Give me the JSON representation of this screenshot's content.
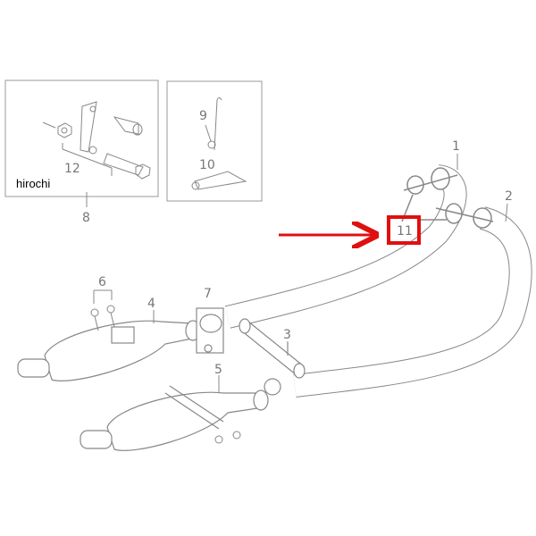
{
  "diagram": {
    "watermark": "hirochi",
    "callouts": [
      "1",
      "2",
      "3",
      "4",
      "5",
      "6",
      "7",
      "8",
      "9",
      "10",
      "11",
      "12"
    ],
    "highlighted_callout": "11",
    "highlight_color": "#e01010",
    "line_color": "#888888"
  }
}
